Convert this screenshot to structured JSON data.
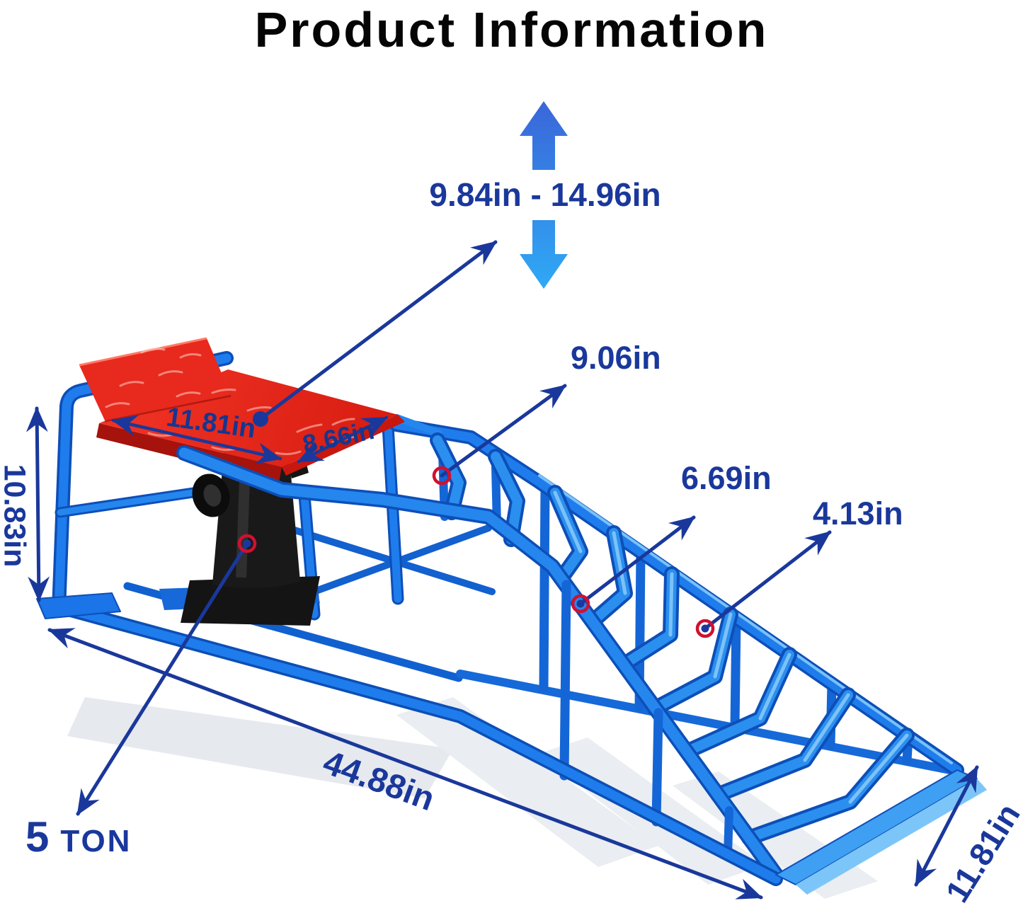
{
  "page": {
    "title": "Product Information",
    "background": "#ffffff"
  },
  "product": {
    "name": "hydraulic car ramp with 5 ton bottle jack",
    "colors": {
      "ramp_blue": "#1f7cec",
      "ramp_blue_dark": "#0d4fb8",
      "ramp_blue_light": "#7cc5f8",
      "plate_red": "#e8281c",
      "plate_red_dark": "#a6120c",
      "jack_black": "#161616",
      "annotation_navy": "#1a389b",
      "marker_ring_red": "#d01030",
      "range_arrow_top": "#3a66d9",
      "range_arrow_bottom": "#2fa9f5",
      "shadow_gray": "#e6e9ee"
    }
  },
  "annotations": {
    "lift_height_range": {
      "label": "9.84in - 14.96in"
    },
    "support_height": {
      "label": "9.06in"
    },
    "mid_height": {
      "label": "6.69in"
    },
    "low_height": {
      "label": "4.13in"
    },
    "frame_height": {
      "label": "10.83in"
    },
    "plate_length": {
      "label": "11.81in"
    },
    "plate_width": {
      "label": "8.66in"
    },
    "total_length": {
      "label": "44.88in"
    },
    "ramp_width": {
      "label": "11.81in"
    },
    "capacity": {
      "number": "5",
      "unit": "TON"
    }
  }
}
